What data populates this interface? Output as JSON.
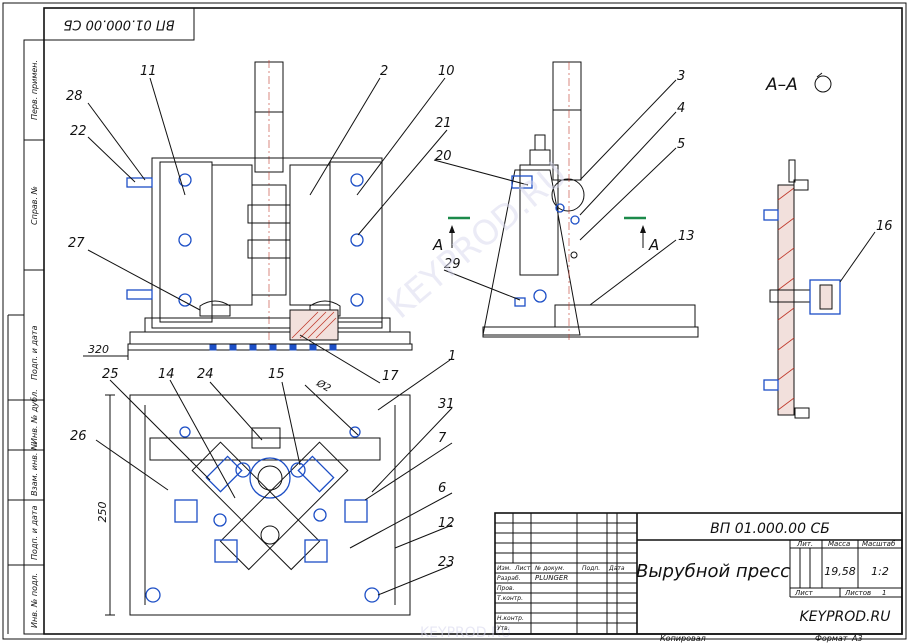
{
  "stamp_top": "ВП 01.000.00 СБ",
  "left_strip": {
    "perv_primen": "Перв. примен.",
    "sprav_no": "Справ. №",
    "podp_data_1": "Подп. и дата",
    "inv_dubl": "Инв. № дубл.",
    "vzam_inv": "Взам. инв. №",
    "podp_data_2": "Подп. и дата",
    "inv_podl": "Инв. № подл."
  },
  "section_label": "А–А",
  "view_marks": {
    "left": "А",
    "right": "А"
  },
  "dimensions": {
    "width": "320",
    "height": "250",
    "diameter": "Ø2"
  },
  "callouts": [
    "11",
    "2",
    "10",
    "28",
    "22",
    "21",
    "27",
    "17",
    "3",
    "4",
    "5",
    "20",
    "29",
    "13",
    "16",
    "1",
    "25",
    "14",
    "24",
    "15",
    "31",
    "26",
    "7",
    "6",
    "12",
    "23"
  ],
  "title_block": {
    "designation": "ВП 01.000.00 СБ",
    "name": "Вырубной пресс",
    "col_lit": "Лит.",
    "col_mass": "Масса",
    "col_scale": "Масштаб",
    "mass": "19,58",
    "scale": "1:2",
    "sheet_label": "Лист",
    "sheets_label": "Листов",
    "sheets_value": "1",
    "org": "KEYPROD.RU",
    "row_headers": [
      "Изм.",
      "Лист",
      "№ докум.",
      "Подп.",
      "Дата"
    ],
    "roles": [
      "Разраб.",
      "Пров.",
      "Т.контр.",
      "Н.контр.",
      "Утв."
    ],
    "developer": "PLUNGER",
    "copied": "Копировал",
    "format_label": "Формат",
    "format_value": "А3"
  },
  "watermark": "KEYPROD.RU"
}
